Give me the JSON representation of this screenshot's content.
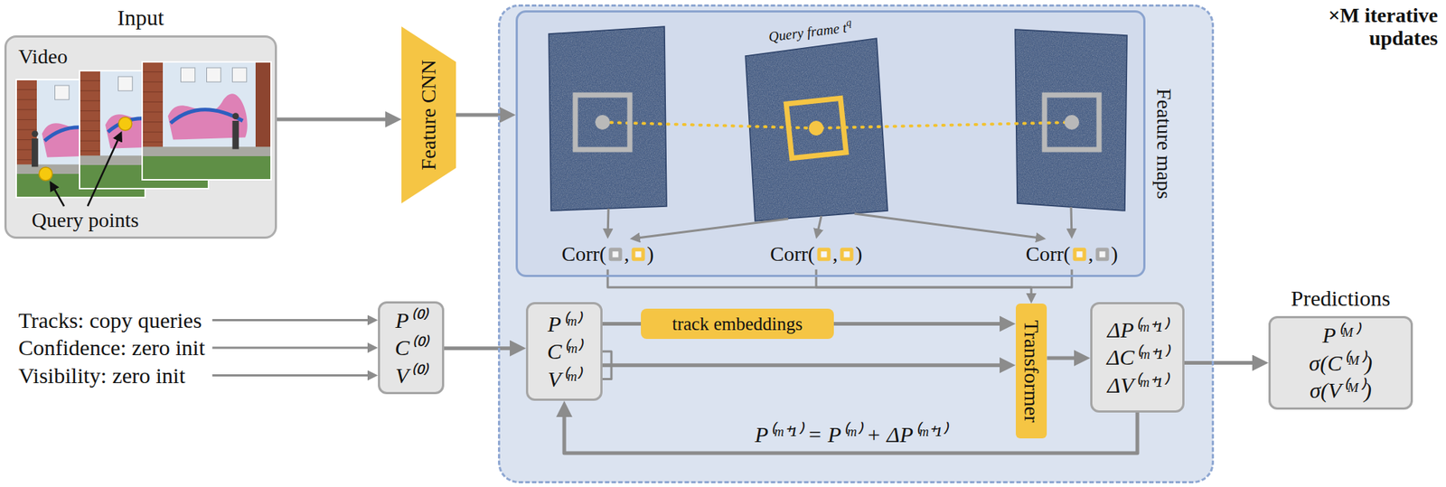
{
  "diagram": {
    "nodes": [
      {
        "text": [
          "Input",
          "Video",
          "Query points"
        ]
      },
      {
        "text": [
          "Feature CNN"
        ]
      },
      {
        "text": [
          "×M iterative updates"
        ]
      },
      {
        "text": [
          "Feature maps"
        ],
        "in": 2
      },
      {
        "text": [
          "P⁽⁰⁾",
          "C⁽⁰⁾",
          "V⁽⁰⁾"
        ]
      },
      {
        "text": [
          "P⁽ᵐ⁾",
          "C⁽ᵐ⁾",
          "V⁽ᵐ⁾"
        ],
        "in": 2
      },
      {
        "text": [
          "track embeddings"
        ],
        "in": 2
      },
      {
        "text": [
          "Transformer"
        ],
        "in": 2
      },
      {
        "text": [
          "ΔP⁽ᵐ⁺¹⁾",
          "ΔC⁽ᵐ⁺¹⁾",
          "ΔV⁽ᵐ⁺¹⁾"
        ],
        "in": 2
      },
      {
        "text": [
          "Predictions",
          "P⁽ᴹ⁾",
          "σ(C⁽ᴹ⁾)",
          "σ(V⁽ᴹ⁾)"
        ]
      }
    ],
    "edges": [
      {
        "from": 0,
        "to": 1,
        "arrow": "to"
      },
      {
        "from": 1,
        "to": 3,
        "arrow": "to"
      },
      {
        "from": 4,
        "to": 5,
        "arrow": "to"
      },
      {
        "from": 5,
        "to": 6,
        "arrow": "none"
      },
      {
        "from": 6,
        "to": 7,
        "arrow": "to"
      },
      {
        "from": 5,
        "to": 7,
        "arrow": "to"
      },
      {
        "from": 7,
        "to": 8,
        "arrow": "to"
      },
      {
        "from": 8,
        "to": 5,
        "arrow": "to",
        "label": "P⁽ᵐ⁺¹⁾ = P⁽ᵐ⁾ + ΔP⁽ᵐ⁺¹⁾"
      },
      {
        "from": 8,
        "to": 9,
        "arrow": "to"
      }
    ],
    "labels": [
      "Tracks: copy queries",
      "Confidence: zero init",
      "Visibility: zero init",
      "Query frame t",
      "q",
      "Corr(",
      ",",
      ")",
      "Corr(",
      ",",
      ")",
      "Corr(",
      ",",
      ")"
    ]
  }
}
